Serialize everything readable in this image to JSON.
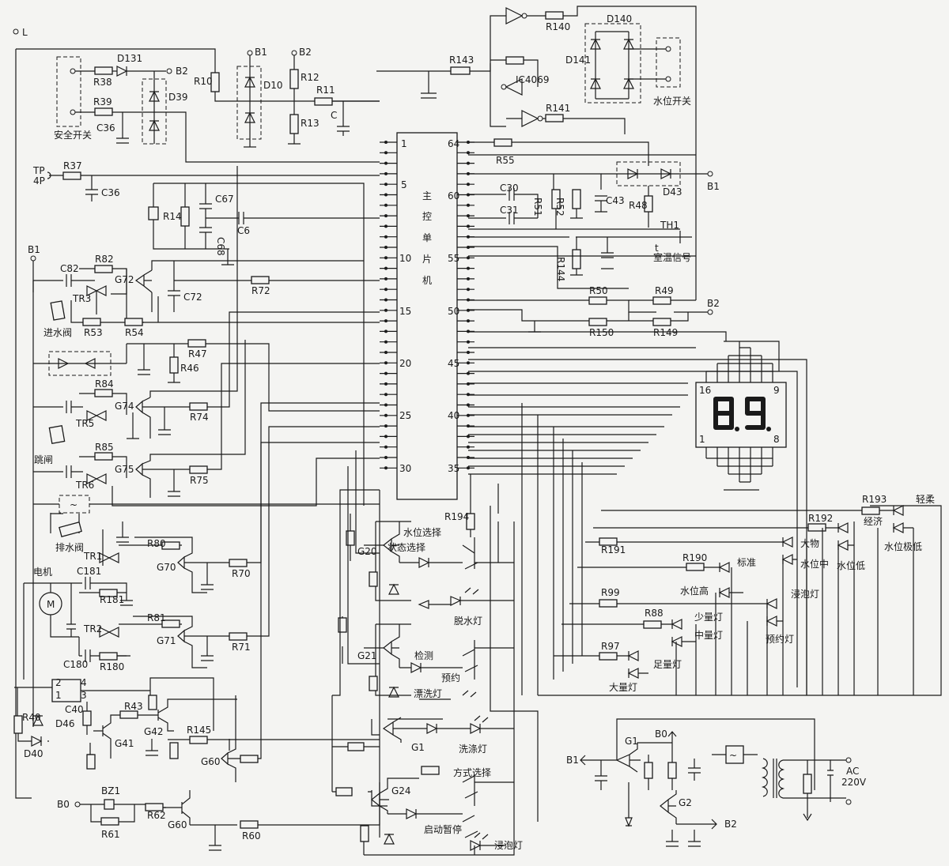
{
  "mcu": {
    "label": [
      "主",
      "控",
      "单",
      "片",
      "机"
    ],
    "pin_labels": [
      "1",
      "5",
      "10",
      "15",
      "20",
      "25",
      "30",
      "64",
      "60",
      "55",
      "50",
      "45",
      "40",
      "35"
    ]
  },
  "terminals": {
    "L": "L",
    "B1": "B1",
    "B2": "B2",
    "B0": "B0",
    "TP": "TP",
    "fourP": "4P"
  },
  "switches": {
    "safety": "安全开关",
    "water_level": "水位开关"
  },
  "ic": {
    "inverter": "IC4069"
  },
  "sensor": {
    "th": "TH1",
    "room_temp": "室温信号",
    "t": "t"
  },
  "display": {
    "pin16": "16",
    "pin9": "9",
    "pin1": "1",
    "pin8": "8"
  },
  "valves": {
    "inlet": "进水阀",
    "trip": "跳闸",
    "drain": "排水阀",
    "motor": "电机",
    "motor_m": "M"
  },
  "leds": {
    "soft": "轻柔",
    "economy": "经济",
    "big": "大物",
    "standard": "标准",
    "water_mid": "水位中",
    "water_low": "水位低",
    "water_lowest": "水位极低",
    "water_high": "水位高",
    "soak_r": "浸泡灯",
    "small": "少量灯",
    "medium": "中量灯",
    "reserve_lamp": "预约灯",
    "full": "足量灯",
    "large": "大量灯",
    "spin": "脱水灯",
    "rinse": "漂洗灯",
    "wash": "洗涤灯",
    "soak": "浸泡灯"
  },
  "keys": {
    "water_sel": "水位选择",
    "state_sel": "状态选择",
    "check": "检测",
    "reserve": "预约",
    "mode_sel": "方式选择",
    "start_pause": "启动暂停"
  },
  "power": {
    "ac": "AC",
    "ac_v": "220V",
    "B0": "B0",
    "B1": "B1",
    "B2": "B2",
    "G1": "G1",
    "G2": "G2"
  },
  "parts": {
    "R10": "R10",
    "D10": "D10",
    "R12": "R12",
    "R13": "R13",
    "R11": "R11",
    "C": "C",
    "R143": "R143",
    "R140": "R140",
    "R141": "R141",
    "D140": "D140",
    "D141": "D141",
    "R38": "R38",
    "R39": "R39",
    "D131": "D131",
    "D39": "D39",
    "C36a": "C36",
    "R37": "R37",
    "C36b": "C36",
    "R14": "R14",
    "C67": "C67",
    "C68": "C68",
    "C6": "C6",
    "C30": "C30",
    "C31": "C31",
    "R51": "R51",
    "R52": "R52",
    "C43": "C43",
    "R48": "R48",
    "D43": "D43",
    "R55": "R55",
    "R144": "R144",
    "R50": "R50",
    "R49": "R49",
    "R150": "R150",
    "R149": "R149",
    "C82": "C82",
    "R82": "R82",
    "TR3": "TR3",
    "G72": "G72",
    "C72": "C72",
    "R72": "R72",
    "R53": "R53",
    "R54": "R54",
    "R47": "R47",
    "R46": "R46",
    "R84": "R84",
    "TR5": "TR5",
    "G74": "G74",
    "R74": "R74",
    "R85": "R85",
    "TR6": "TR6",
    "G75": "G75",
    "R75": "R75",
    "TR1": "TR1",
    "R80": "R80",
    "C181": "C181",
    "R181": "R181",
    "G70": "G70",
    "R70": "R70",
    "TR2": "TR2",
    "R81": "R81",
    "G71": "G71",
    "R71": "R71",
    "C180": "C180",
    "R180": "R180",
    "R40": "R40",
    "D46": "D46",
    "D40": "D40",
    "C40": "C40",
    "R43": "R43",
    "G41": "G41",
    "G42": "G42",
    "R145": "R145",
    "G60a": "G60",
    "BZ1": "BZ1",
    "R62": "R62",
    "R61": "R61",
    "G60b": "G60",
    "R60": "R60",
    "R194": "R194",
    "G20": "G20",
    "G21": "G21",
    "G1": "G1",
    "G24": "G24",
    "R193": "R193",
    "R192": "R192",
    "R191": "R191",
    "R190": "R190",
    "R99": "R99",
    "R88": "R88",
    "R97": "R97"
  },
  "colors": {
    "ink": "#1a1a1a",
    "paper": "#f4f4f2"
  }
}
